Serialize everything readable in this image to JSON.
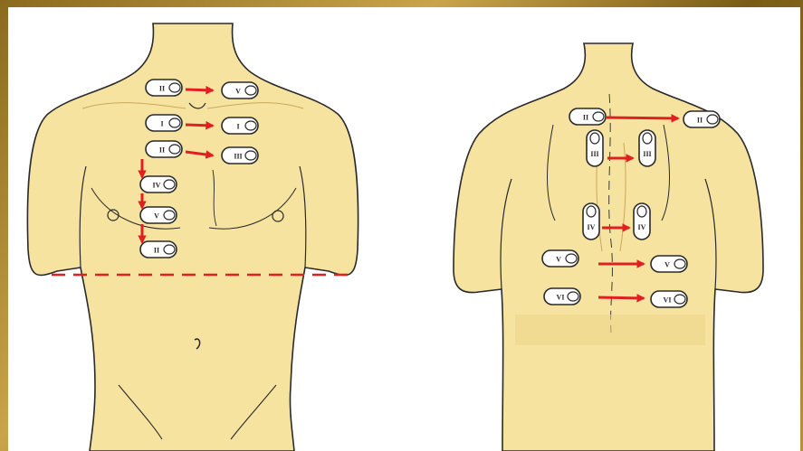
{
  "figure": {
    "views": [
      {
        "id": "front",
        "finger_labels": [
          "II",
          "V",
          "I",
          "I",
          "II",
          "III",
          "IV",
          "V"
        ]
      },
      {
        "id": "back",
        "finger_labels": [
          "II",
          "II",
          "III",
          "III",
          "IV",
          "IV",
          "V",
          "V",
          "VI",
          "VI"
        ]
      }
    ]
  },
  "colors": {
    "skin": "#f6e3a0",
    "skin_shade": "#e9cf7c",
    "outline": "#2a2a2a",
    "arrow": "#e02020",
    "dashed_line": "#e02020",
    "frame": "#9a7a2a"
  },
  "icons": [
    "percussion-finger-icon",
    "arrow-right-icon",
    "arrow-down-icon"
  ]
}
